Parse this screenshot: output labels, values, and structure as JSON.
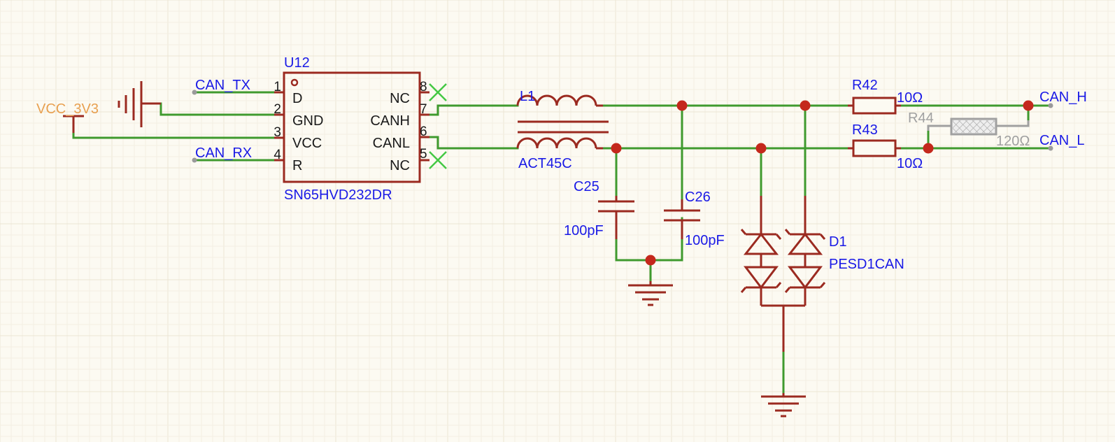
{
  "colors": {
    "wire": "#3f9a2e",
    "component": "#9b2a20",
    "junction": "#c4281c",
    "net_label": "#1a1ae6",
    "power_label": "#e8a050",
    "dnp_part": "#a0a0a0",
    "no_connect": "#44c844",
    "background": "#fcfaf2"
  },
  "power": {
    "vcc": "VCC_3V3"
  },
  "nets": {
    "can_tx": "CAN_TX",
    "can_rx": "CAN_RX",
    "can_h": "CAN_H",
    "can_l": "CAN_L"
  },
  "u12": {
    "ref": "U12",
    "value": "SN65HVD232DR",
    "pins_left": [
      {
        "num": "1",
        "name": "D"
      },
      {
        "num": "2",
        "name": "GND"
      },
      {
        "num": "3",
        "name": "VCC"
      },
      {
        "num": "4",
        "name": "R"
      }
    ],
    "pins_right": [
      {
        "num": "8",
        "name": "NC"
      },
      {
        "num": "7",
        "name": "CANH"
      },
      {
        "num": "6",
        "name": "CANL"
      },
      {
        "num": "5",
        "name": "NC"
      }
    ]
  },
  "l1": {
    "ref": "L1",
    "value": "ACT45C"
  },
  "c25": {
    "ref": "C25",
    "value": "100pF"
  },
  "c26": {
    "ref": "C26",
    "value": "100pF"
  },
  "d1": {
    "ref": "D1",
    "value": "PESD1CAN"
  },
  "r42": {
    "ref": "R42",
    "value": "10Ω"
  },
  "r43": {
    "ref": "R43",
    "value": "10Ω"
  },
  "r44": {
    "ref": "R44",
    "value": "120Ω"
  }
}
